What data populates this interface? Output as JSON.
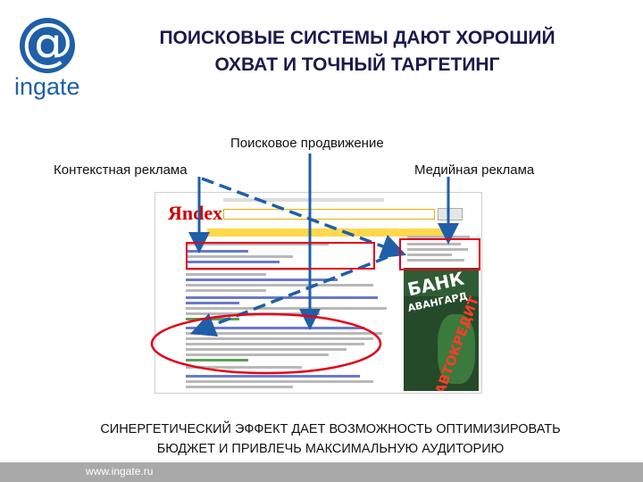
{
  "logo": {
    "symbol": "@",
    "name": "ingate",
    "color": "#1f5fa8"
  },
  "title": {
    "line1": "ПОИСКОВЫЕ СИСТЕМЫ ДАЮТ ХОРОШИЙ",
    "line2": "ОХВАТ И ТОЧНЫЙ ТАРГЕТИНГ"
  },
  "labels": {
    "search_promotion": "Поисковое продвижение",
    "context_ads": "Контекстная реклама",
    "media_ads": "Медийная реклама"
  },
  "serp": {
    "logo": "Яndex"
  },
  "banner": {
    "line1": "БАНК",
    "line2": "АВАНГАРД",
    "line3": "АВТОКРЕДИТ"
  },
  "conclusion": {
    "line1": "СИНЕРГЕТИЧЕСКИЙ ЭФФЕКТ ДАЕТ ВОЗМОЖНОСТЬ ОПТИМИЗИРОВАТЬ",
    "line2": "БЮДЖЕТ И ПРИВЛЕЧЬ МАКСИМАЛЬНУЮ АУДИТОРИЮ"
  },
  "footer": {
    "url": "www.ingate.ru"
  },
  "colors": {
    "arrow": "#1f5fa8",
    "highlight": "#e3001b",
    "footer_bg": "#a9a9a9",
    "title": "#1a1a4e"
  }
}
